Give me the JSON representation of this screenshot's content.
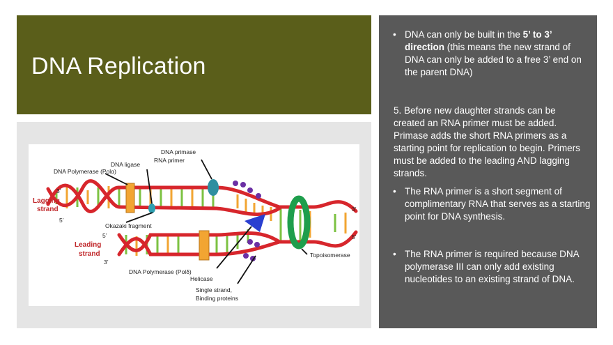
{
  "slide": {
    "title": "DNA Replication",
    "colors": {
      "title_bg": "#5a5e1a",
      "panel_bg": "#595959",
      "frame_bg": "#e5e5e5",
      "strand_red": "#d7262c",
      "base_green": "#7cc242",
      "base_orange": "#f2a532"
    }
  },
  "figure": {
    "labels": {
      "dna_primase": "DNA primase",
      "rna_primer": "RNA primer",
      "dna_ligase": "DNA ligase",
      "dna_polymerase_alpha": "DNA Polymerase (Polα)",
      "lagging_strand_line1": "Lagging",
      "lagging_strand_line2": "strand",
      "leading_strand_line1": "Leading",
      "leading_strand_line2": "strand",
      "okazaki_fragment": "Okazaki fragment",
      "dna_polymerase_delta": "DNA Polymerase (Polδ)",
      "helicase": "Helicase",
      "single_strand_line1": "Single strand,",
      "single_strand_line2": "Binding proteins",
      "topoisomerase": "Topoisomerase",
      "prime_3": "3’",
      "prime_5": "5’"
    }
  },
  "panel": {
    "bullet1": {
      "pre": "DNA can only be built in the ",
      "bold": "5’ to 3’ direction",
      "post": " (this means the new strand of DNA can only be added to a free 3’ end on the parent DNA)"
    },
    "paragraph2": "5. Before new daughter strands can be created an RNA primer must be added. Primase adds the short RNA primers as a starting point for replication to begin. Primers must be added to the leading AND lagging strands.",
    "bullet3": "The RNA primer is a short segment of complimentary RNA that serves as a starting point for DNA synthesis.",
    "bullet4": "The RNA primer is required because DNA polymerase III can only add existing nucleotides to an existing strand of DNA."
  }
}
